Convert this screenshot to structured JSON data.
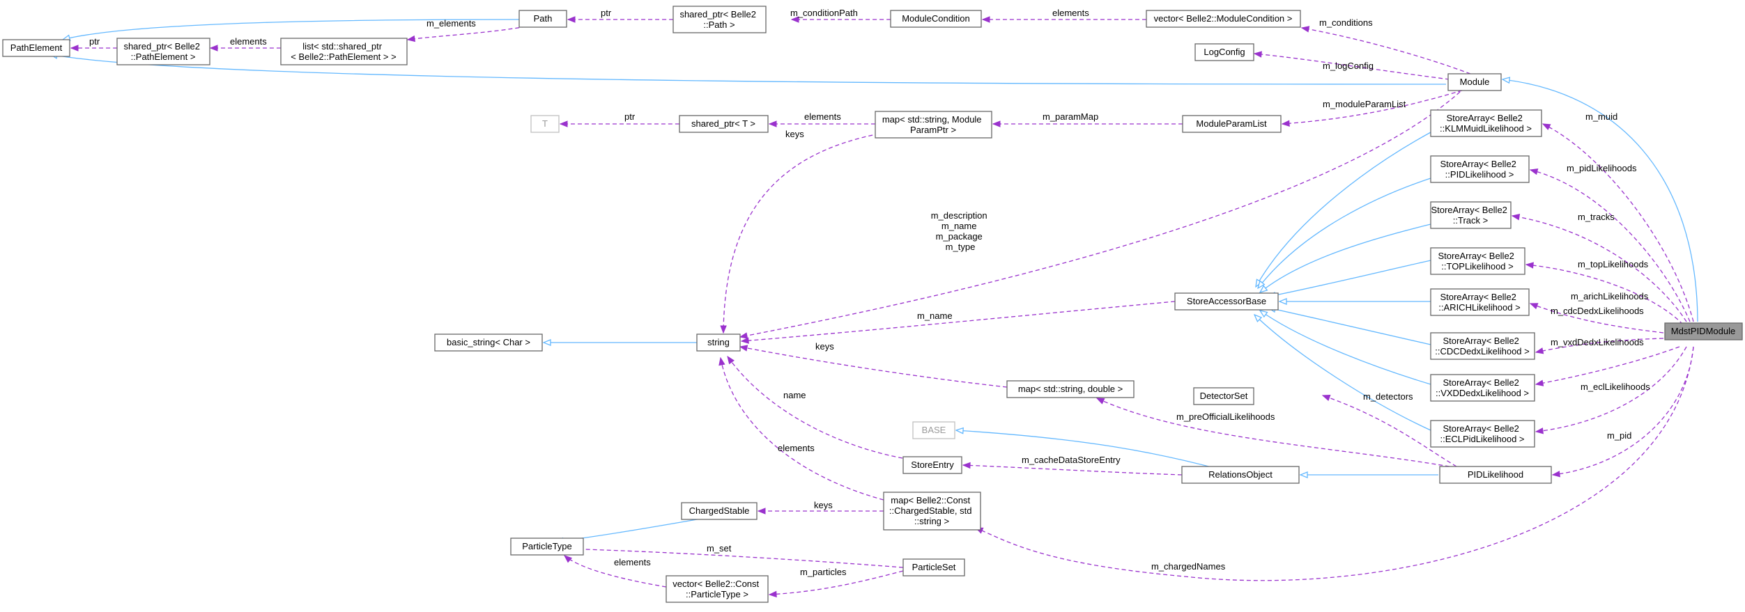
{
  "diagram": {
    "nodes": {
      "mdst_pid_module": "MdstPIDModule",
      "module": "Module",
      "path_element": "PathElement",
      "shared_ptr_path_element": [
        "shared_ptr< Belle2",
        "::PathElement >"
      ],
      "list_shared_ptr_path_element": [
        "list< std::shared_ptr",
        "< Belle2::PathElement > >"
      ],
      "path": "Path",
      "shared_ptr_path": [
        "shared_ptr< Belle2",
        "::Path >"
      ],
      "module_condition": "ModuleCondition",
      "vector_module_condition": "vector< Belle2::ModuleCondition >",
      "log_config": "LogConfig",
      "t": "T",
      "shared_ptr_t": "shared_ptr< T >",
      "map_module_param_ptr": [
        "map< std::string, Module",
        "ParamPtr >"
      ],
      "module_param_list": "ModuleParamList",
      "store_array_klm": [
        "StoreArray< Belle2",
        "::KLMMuidLikelihood >"
      ],
      "store_array_pid": [
        "StoreArray< Belle2",
        "::PIDLikelihood >"
      ],
      "store_array_track": [
        "StoreArray< Belle2",
        "::Track >"
      ],
      "store_array_top": [
        "StoreArray< Belle2",
        "::TOPLikelihood >"
      ],
      "store_array_arich": [
        "StoreArray< Belle2",
        "::ARICHLikelihood >"
      ],
      "store_array_cdc": [
        "StoreArray< Belle2",
        "::CDCDedxLikelihood >"
      ],
      "store_array_vxd": [
        "StoreArray< Belle2",
        "::VXDDedxLikelihood >"
      ],
      "store_array_ecl": [
        "StoreArray< Belle2",
        "::ECLPidLikelihood >"
      ],
      "store_accessor_base": "StoreAccessorBase",
      "basic_string": "basic_string< Char >",
      "string": "string",
      "map_string_double": "map< std::string, double >",
      "detector_set": "DetectorSet",
      "base": "BASE",
      "store_entry": "StoreEntry",
      "relations_object": "RelationsObject",
      "pid_likelihood": "PIDLikelihood",
      "charged_stable": "ChargedStable",
      "map_charged_stable": [
        "map< Belle2::Const",
        "::ChargedStable, std",
        "::string >"
      ],
      "particle_type": "ParticleType",
      "particle_set": "ParticleSet",
      "vector_particle_type": [
        "vector< Belle2::Const",
        "::ParticleType >"
      ]
    },
    "edge_labels": {
      "ptr_path_element": "ptr",
      "elements_list": "elements",
      "m_elements": "m_elements",
      "ptr_path": "ptr",
      "m_condition_path": "m_conditionPath",
      "elements_conditions": "elements",
      "m_conditions": "m_conditions",
      "m_log_config": "m_logConfig",
      "ptr_t": "ptr",
      "elements_shared_t": "elements",
      "m_param_map": "m_paramMap",
      "m_module_param_list": "m_moduleParamList",
      "keys_map_param": "keys",
      "module_strings": [
        "m_description",
        "m_name",
        "m_package",
        "m_type"
      ],
      "m_name_accessor": "m_name",
      "keys_map_double": "keys",
      "name_store_entry": "name",
      "elements_map_charged": "elements",
      "m_muid": "m_muid",
      "m_pid_likelihoods": "m_pidLikelihoods",
      "m_tracks": "m_tracks",
      "m_top_likelihoods": "m_topLikelihoods",
      "m_arich_likelihoods": "m_arichLikelihoods",
      "m_cdc_dedx_likelihoods": "m_cdcDedxLikelihoods",
      "m_vxd_dedx_likelihoods": "m_vxdDedxLikelihoods",
      "m_ecl_likelihoods": "m_eclLikelihoods",
      "m_pid": "m_pid",
      "m_detectors": "m_detectors",
      "m_pre_official_likelihoods": "m_preOfficialLikelihoods",
      "m_cache_data_store_entry": "m_cacheDataStoreEntry",
      "keys_charged_stable": "keys",
      "m_set": "m_set",
      "m_particles": "m_particles",
      "elements_particle_type": "elements",
      "m_charged_names": "m_chargedNames"
    },
    "colors": {
      "inheritance": "#63b8ff",
      "usage": "#9a32cd",
      "node_border": "#666666",
      "focus_fill": "#999999",
      "ghost_border": "#bfbfbf"
    }
  }
}
